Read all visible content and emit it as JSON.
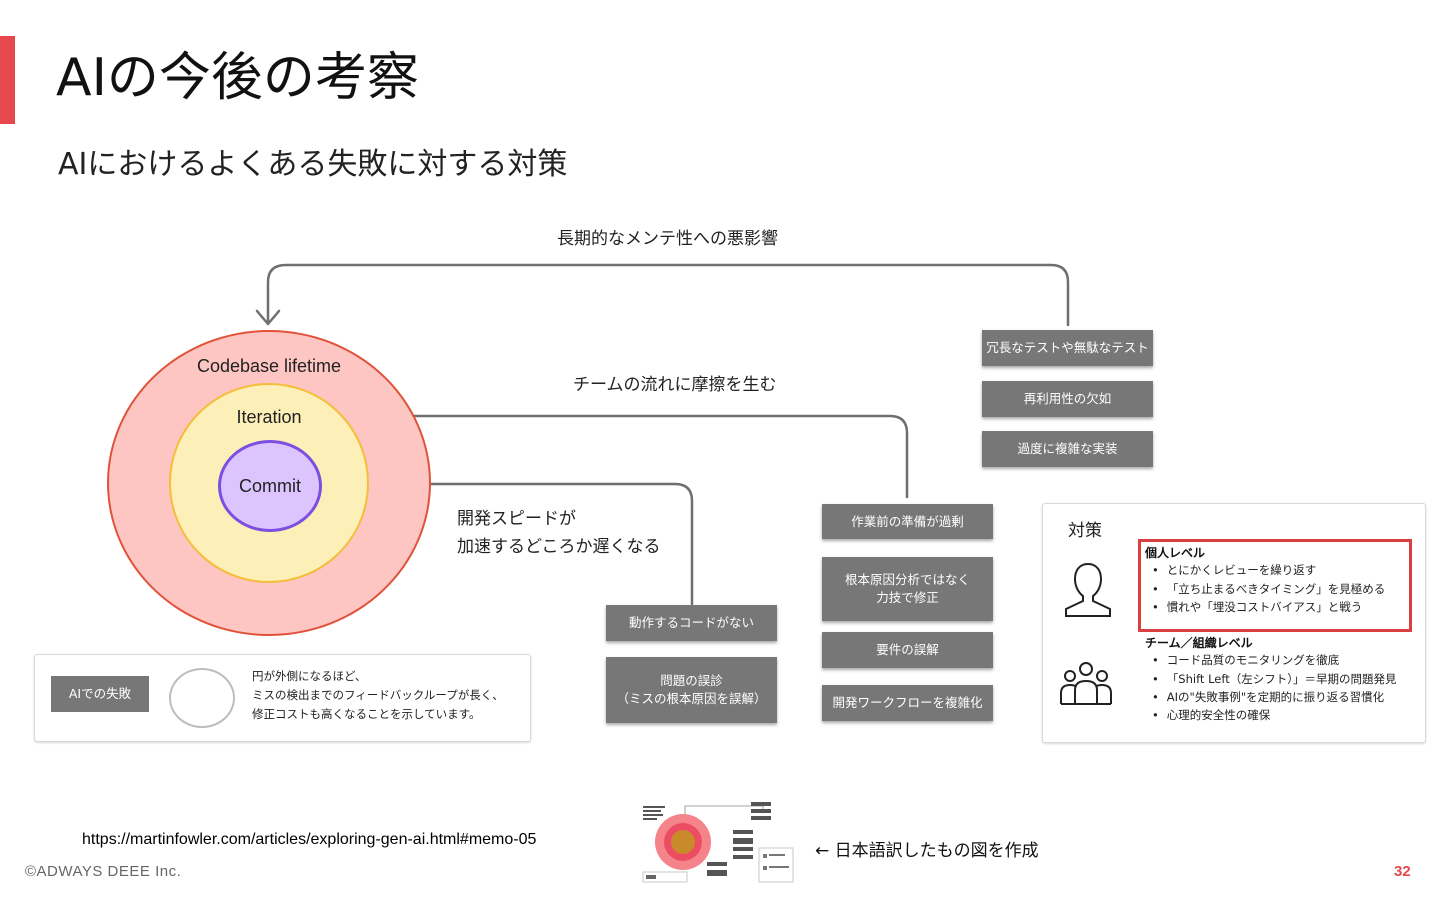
{
  "slide": {
    "title": "AIの今後の考察",
    "subtitle": "AIにおけるよくある失敗に対する対策",
    "page_number": "32",
    "footer": "©ADWAYS DEEE Inc.",
    "accent_color": "#e5484d"
  },
  "diagram": {
    "top_label": "長期的なメンテ性への悪影響",
    "mid_label": "チームの流れに摩擦を生む",
    "low_label_line1": "開発スピードが",
    "low_label_line2": "加速するどころか遅くなる",
    "rings": {
      "outer": "Codebase lifetime",
      "middle": "Iteration",
      "inner": "Commit"
    },
    "long_term_items": [
      "冗長なテストや無駄なテスト",
      "再利用性の欠如",
      "過度に複雑な実装"
    ],
    "team_items": [
      "作業前の準備が過剰",
      "根本原因分析ではなく\n力技で修正",
      "要件の誤解",
      "開発ワークフローを複雑化"
    ],
    "commit_items": [
      "動作するコードがない",
      "問題の誤診\n（ミスの根本原因を誤解）"
    ]
  },
  "legend": {
    "box_label": "AIでの失敗",
    "note_line1": "円が外側になるほど、",
    "note_line2": "ミスの検出までのフィードバックループが長く、",
    "note_line3": "修正コストも高くなることを示しています。"
  },
  "countermeasures": {
    "title": "対策",
    "individual": {
      "heading": "個人レベル",
      "items": [
        "とにかくレビューを繰り返す",
        "「立ち止まるべきタイミング」を見極める",
        "慣れや「埋没コストバイアス」と戦う"
      ]
    },
    "team": {
      "heading": "チーム／組織レベル",
      "items": [
        "コード品質のモニタリングを徹底",
        "「Shift Left（左シフト）」＝早期の問題発見",
        "AIの\"失敗事例\"を定期的に振り返る習慣化",
        "心理的安全性の確保"
      ]
    }
  },
  "source": {
    "url": "https://martinfowler.com/articles/exploring-gen-ai.html#memo-05",
    "caption": "←  日本語訳したもの図を作成"
  }
}
